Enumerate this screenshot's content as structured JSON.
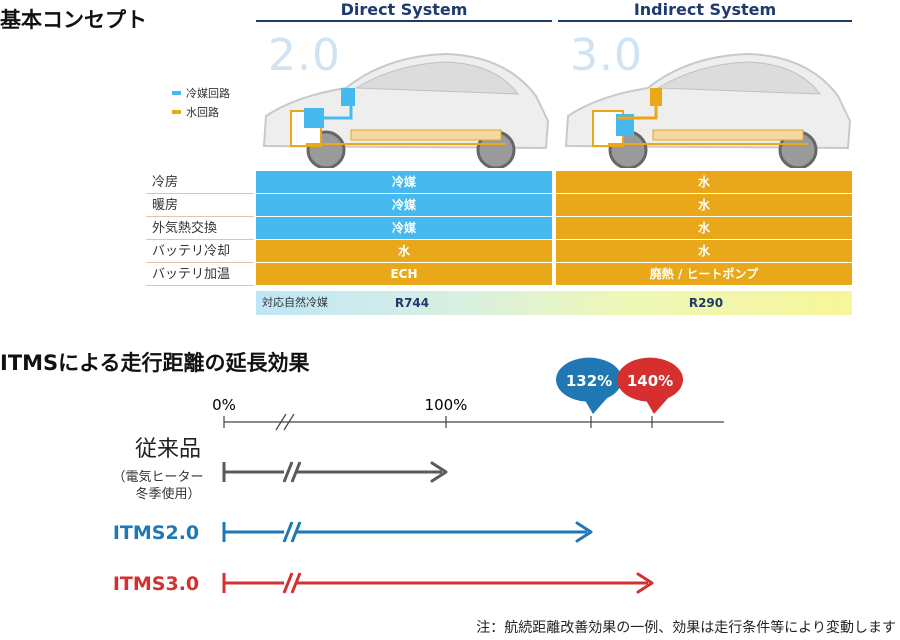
{
  "concept": {
    "heading": "基本コンセプト",
    "direct": {
      "title": "Direct System",
      "version": "2.0"
    },
    "indirect": {
      "title": "Indirect System",
      "version": "3.0"
    },
    "legend": [
      {
        "label": "冷媒回路",
        "color": "#46b9ee"
      },
      {
        "label": "水回路",
        "color": "#e9a71a"
      }
    ],
    "rows": [
      {
        "label": "冷房",
        "direct": "冷媒",
        "direct_color": "blue",
        "indirect": "水"
      },
      {
        "label": "暖房",
        "direct": "冷媒",
        "direct_color": "blue",
        "indirect": "水"
      },
      {
        "label": "外気熱交換",
        "direct": "冷媒",
        "direct_color": "blue",
        "indirect": "水"
      },
      {
        "label": "バッテリ冷却",
        "direct": "水",
        "direct_color": "orange",
        "indirect": "水"
      },
      {
        "label": "バッテリ加温",
        "direct": "ECH",
        "direct_color": "orange",
        "indirect": "廃熱 / ヒートポンプ"
      }
    ],
    "refrigerant": {
      "label": "対応自然冷媒",
      "direct": "R744",
      "indirect": "R290"
    }
  },
  "itms": {
    "heading": "ITMSによる走行距離の延長効果",
    "axis_ticks": [
      "0%",
      "100%"
    ],
    "bubbles": [
      {
        "label": "132%",
        "color": "#1f77b4",
        "value": 132
      },
      {
        "label": "140%",
        "color": "#d62f2f",
        "value": 140
      }
    ],
    "series": [
      {
        "name": "従来品",
        "sub1": "（電気ヒーター",
        "sub2": "冬季使用）",
        "value": 100,
        "color": "#5a5a5a"
      },
      {
        "name": "ITMS2.0",
        "value": 132,
        "color": "#1f77b4"
      },
      {
        "name": "ITMS3.0",
        "value": 140,
        "color": "#d62f2f"
      }
    ],
    "note": "注：航続距離改善効果の一例、効果は走行条件等により変動します"
  }
}
